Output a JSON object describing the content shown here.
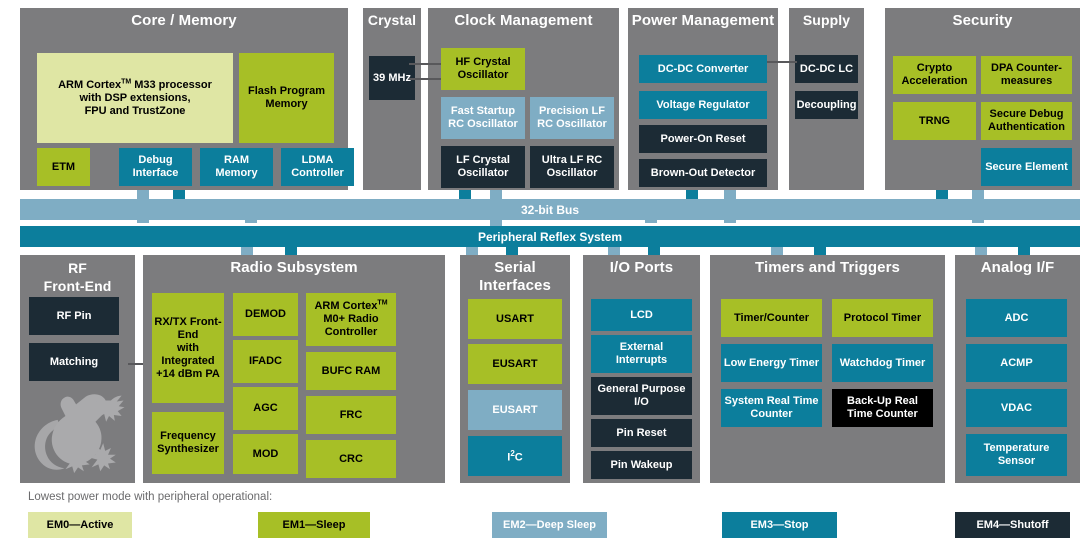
{
  "diagram": {
    "title": "EFR32 Wireless SoC Block Diagram",
    "buses": {
      "bus32": "32-bit Bus",
      "prs": "Peripheral Reflex System"
    },
    "sections": [
      {
        "id": "core-memory",
        "title": "Core / Memory",
        "blocks": [
          {
            "label": "ARM Cortex™ M33 processor with DSP extensions, FPU and TrustZone",
            "power": "EM0"
          },
          {
            "label": "Flash Program Memory",
            "power": "EM1"
          },
          {
            "label": "ETM",
            "power": "EM1"
          },
          {
            "label": "Debug Interface",
            "power": "EM3"
          },
          {
            "label": "RAM Memory",
            "power": "EM3"
          },
          {
            "label": "LDMA Controller",
            "power": "EM3"
          }
        ]
      },
      {
        "id": "crystal",
        "title": "Crystal",
        "blocks": [
          {
            "label": "39 MHz",
            "power": "EM4"
          }
        ]
      },
      {
        "id": "clock-management",
        "title": "Clock Management",
        "blocks": [
          {
            "label": "HF Crystal Oscillator",
            "power": "EM1"
          },
          {
            "label": "Fast Startup RC Oscillator",
            "power": "EM2"
          },
          {
            "label": "Precision LF RC Oscillator",
            "power": "EM2"
          },
          {
            "label": "LF Crystal Oscillator",
            "power": "EM4"
          },
          {
            "label": "Ultra LF RC Oscillator",
            "power": "EM4"
          }
        ]
      },
      {
        "id": "power-management",
        "title": "Power Management",
        "blocks": [
          {
            "label": "DC-DC Converter",
            "power": "EM3"
          },
          {
            "label": "Voltage Regulator",
            "power": "EM3"
          },
          {
            "label": "Power-On Reset",
            "power": "EM4"
          },
          {
            "label": "Brown-Out Detector",
            "power": "EM4"
          }
        ]
      },
      {
        "id": "supply",
        "title": "Supply",
        "blocks": [
          {
            "label": "DC-DC LC",
            "power": "EM4"
          },
          {
            "label": "Decoupling",
            "power": "EM4"
          }
        ]
      },
      {
        "id": "security",
        "title": "Security",
        "blocks": [
          {
            "label": "Crypto Acceleration",
            "power": "EM1"
          },
          {
            "label": "DPA Counter-measures",
            "power": "EM1"
          },
          {
            "label": "TRNG",
            "power": "EM1"
          },
          {
            "label": "Secure Debug Authentication",
            "power": "EM1"
          },
          {
            "label": "Secure Element",
            "power": "EM3"
          }
        ]
      },
      {
        "id": "rf-front-end",
        "title": "RF Front-End",
        "blocks": [
          {
            "label": "RF Pin",
            "power": "EM4"
          },
          {
            "label": "Matching",
            "power": "EM4"
          }
        ]
      },
      {
        "id": "radio-subsystem",
        "title": "Radio Subsystem",
        "blocks": [
          {
            "label": "RX/TX Front-End with Integrated +14 dBm PA",
            "power": "EM1"
          },
          {
            "label": "Frequency Synthesizer",
            "power": "EM1"
          },
          {
            "label": "DEMOD",
            "power": "EM1"
          },
          {
            "label": "IFADC",
            "power": "EM1"
          },
          {
            "label": "AGC",
            "power": "EM1"
          },
          {
            "label": "MOD",
            "power": "EM1"
          },
          {
            "label": "ARM Cortex™ M0+ Radio Controller",
            "power": "EM1"
          },
          {
            "label": "BUFC RAM",
            "power": "EM1"
          },
          {
            "label": "FRC",
            "power": "EM1"
          },
          {
            "label": "CRC",
            "power": "EM1"
          }
        ]
      },
      {
        "id": "serial-interfaces",
        "title": "Serial Interfaces",
        "blocks": [
          {
            "label": "USART",
            "power": "EM1"
          },
          {
            "label": "EUSART",
            "power": "EM1"
          },
          {
            "label": "EUSART",
            "power": "EM2"
          },
          {
            "label": "I²C",
            "power": "EM3"
          }
        ]
      },
      {
        "id": "io-ports",
        "title": "I/O Ports",
        "blocks": [
          {
            "label": "LCD",
            "power": "EM3"
          },
          {
            "label": "External Interrupts",
            "power": "EM3"
          },
          {
            "label": "General Purpose I/O",
            "power": "EM4"
          },
          {
            "label": "Pin Reset",
            "power": "EM4"
          },
          {
            "label": "Pin Wakeup",
            "power": "EM4"
          }
        ]
      },
      {
        "id": "timers-and-triggers",
        "title": "Timers and Triggers",
        "blocks": [
          {
            "label": "Timer/Counter",
            "power": "EM1"
          },
          {
            "label": "Protocol Timer",
            "power": "EM1"
          },
          {
            "label": "Low Energy Timer",
            "power": "EM3"
          },
          {
            "label": "Watchdog Timer",
            "power": "EM3"
          },
          {
            "label": "System Real Time Counter",
            "power": "EM3"
          },
          {
            "label": "Back-Up Real Time Counter",
            "power": "EM4-black"
          }
        ]
      },
      {
        "id": "analog-if",
        "title": "Analog I/F",
        "blocks": [
          {
            "label": "ADC",
            "power": "EM3"
          },
          {
            "label": "ACMP",
            "power": "EM3"
          },
          {
            "label": "VDAC",
            "power": "EM3"
          },
          {
            "label": "Temperature Sensor",
            "power": "EM3"
          }
        ]
      }
    ],
    "legend": {
      "caption": "Lowest power mode with peripheral operational:",
      "items": [
        {
          "label": "EM0—Active",
          "color": "#dfe6a4"
        },
        {
          "label": "EM1—Sleep",
          "color": "#a7bf26"
        },
        {
          "label": "EM2—Deep Sleep",
          "color": "#7fadc4"
        },
        {
          "label": "EM3—Stop",
          "color": "#0c7e9c"
        },
        {
          "label": "EM4—Shutoff",
          "color": "#1c2b35"
        }
      ]
    },
    "logo": {
      "name": "silicon-labs-gecko"
    },
    "colors": {
      "panel_gray": "#7c7c7e",
      "em0": "#dfe6a4",
      "em1": "#a7bf26",
      "em2": "#7fadc4",
      "em3": "#0c7e9c",
      "em4": "#1c2b35",
      "background": "#ffffff"
    }
  }
}
